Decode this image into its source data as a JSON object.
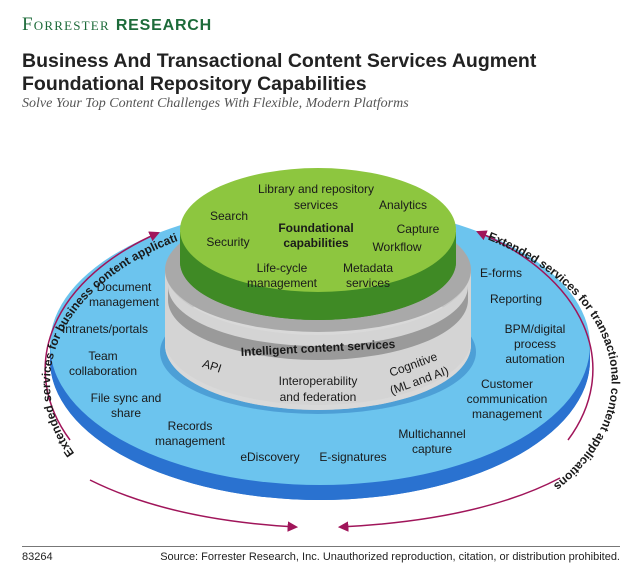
{
  "brand": {
    "name_part1": "Forrester",
    "name_part2": "RESEARCH"
  },
  "title": "Business And Transactional Content Services Augment Foundational Repository Capabilities",
  "subtitle": "Solve Your Top Content Challenges With Flexible, Modern Platforms",
  "colors": {
    "brand_green": "#1d6b3a",
    "top_green": "#8dc63f",
    "ring_gray": "#cfcfcf",
    "outer_blue": "#6cc4ee",
    "outer_blue_dark": "#2a72d0",
    "arrow": "#a0155a"
  },
  "core": {
    "center_line1": "Foundational",
    "center_line2": "capabilities",
    "library_line1": "Library and repository",
    "library_line2": "services",
    "analytics": "Analytics",
    "search": "Search",
    "capture": "Capture",
    "security": "Security",
    "workflow": "Workflow",
    "lifecycle_line1": "Life-cycle",
    "lifecycle_line2": "management",
    "metadata_line1": "Metadata",
    "metadata_line2": "services"
  },
  "intelligent": {
    "band_label": "Intelligent content services",
    "api": "API",
    "interop_line1": "Interoperability",
    "interop_line2": "and federation",
    "cognitive_line1": "Cognitive",
    "cognitive_line2": "(ML and AI)"
  },
  "business": {
    "arc_label": "Extended services for business content applications",
    "doc_line1": "Document",
    "doc_line2": "management",
    "intranets": "Intranets/portals",
    "team_line1": "Team",
    "team_line2": "collaboration",
    "filesync_line1": "File sync and",
    "filesync_line2": "share",
    "records_line1": "Records",
    "records_line2": "management",
    "ediscovery": "eDiscovery"
  },
  "transactional": {
    "arc_label": "Extended services for transactional content applications",
    "eforms": "E-forms",
    "reporting": "Reporting",
    "bpm_line1": "BPM/digital",
    "bpm_line2": "process",
    "bpm_line3": "automation",
    "customer_line1": "Customer",
    "customer_line2": "communication",
    "customer_line3": "management",
    "multichannel_line1": "Multichannel",
    "multichannel_line2": "capture",
    "esignatures": "E-signatures"
  },
  "footer": {
    "id": "83264",
    "source": "Source: Forrester Research, Inc. Unauthorized reproduction, citation, or distribution prohibited."
  }
}
